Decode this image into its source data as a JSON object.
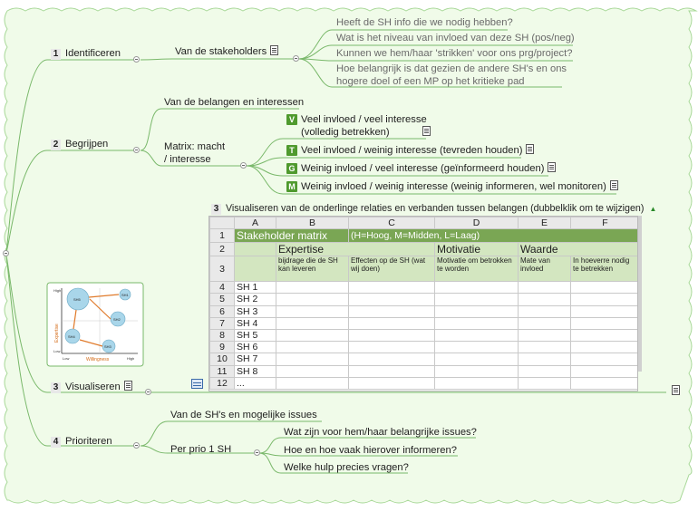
{
  "colors": {
    "branch": "#79b86a",
    "accent": "#4f9a2e",
    "background": "#f0fbe9",
    "table_title": "#7aa654",
    "table_header": "#d3e6c0"
  },
  "nodes": {
    "identificeren": {
      "num": "1",
      "label": "Identificeren"
    },
    "van_stakeholders": "Van de stakeholders",
    "q1": "Heeft de SH info die we nodig hebben?",
    "q2": "Wat is het niveau van invloed van deze SH (pos/neg)",
    "q3": "Kunnen we hem/haar 'strikken' voor ons prg/project?",
    "q4_line1": "Hoe belangrijk is dat gezien de andere SH's en ons",
    "q4_line2": "hogere doel of een MP op het kritieke pad",
    "begrijpen": {
      "num": "2",
      "label": "Begrijpen"
    },
    "belangen": "Van de belangen en interessen",
    "matrix_line1": "Matrix: macht",
    "matrix_line2": "/ interesse",
    "m1": {
      "badge": "V",
      "line1": "Veel invloed / veel interesse",
      "line2": "(volledig betrekken)"
    },
    "m2": {
      "badge": "T",
      "label": "Veel invloed / weinig interesse (tevreden houden)"
    },
    "m3": {
      "badge": "G",
      "label": "Weinig invloed / veel interesse (geïnformeerd houden)"
    },
    "m4": {
      "badge": "M",
      "label": "Weinig invloed / weinig interesse (weinig informeren, wel monitoren)"
    },
    "visualiseren_header": {
      "num": "3",
      "label": "Visualiseren van de onderlinge relaties en verbanden tussen belangen (dubbelklik om te wijzigen)"
    },
    "visualiseren": {
      "num": "3",
      "label": "Visualiseren"
    },
    "prioriteren": {
      "num": "4",
      "label": "Prioriteren"
    },
    "sh_issues": "Van de SH's en mogelijke issues",
    "per_prio": "Per prio 1 SH",
    "p1": "Wat zijn voor hem/haar belangrijke issues?",
    "p2": "Hoe en hoe vaak hierover informeren?",
    "p3": "Welke hulp precies vragen?"
  },
  "thumbnail": {
    "y_axis": "Expertise",
    "x_axis": "Willingness",
    "high_y": "High",
    "low_y": "Low",
    "low_x": "Low",
    "high_x": "High",
    "bubbles": [
      "SH5",
      "SH1",
      "SH2",
      "SH4",
      "SH3"
    ]
  },
  "sheet": {
    "columns": [
      "A",
      "B",
      "C",
      "D",
      "E",
      "F"
    ],
    "row_numbers": [
      "1",
      "2",
      "3",
      "4",
      "5",
      "6",
      "7",
      "8",
      "9",
      "10",
      "11",
      "12"
    ],
    "title": "Stakeholder matrix",
    "legend": "(H=Hoog, M=Midden, L=Laag)",
    "group_expertise": "Expertise",
    "group_motivatie": "Motivatie",
    "group_waarde": "Waarde",
    "sub_b": "bijdrage die de SH kan leveren",
    "sub_c": "Effecten op de SH (wat wij doen)",
    "sub_d": "Motivatie om betrokken te worden",
    "sub_e": "Mate van invloed",
    "sub_f": "In hoeverre nodig te betrekken",
    "sh_rows": [
      "SH 1",
      "SH 2",
      "SH 3",
      "SH 4",
      "SH 5",
      "SH 6",
      "SH 7",
      "SH 8",
      "..."
    ]
  }
}
